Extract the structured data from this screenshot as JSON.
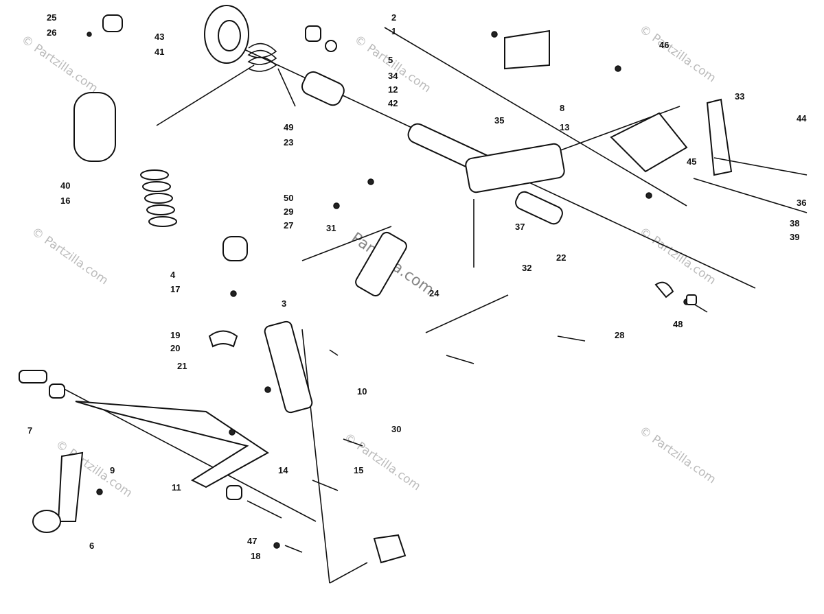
{
  "watermark": {
    "text": "© Partzilla.com",
    "center_text": "Partzilla.com"
  },
  "callouts": [
    "25",
    "26",
    "43",
    "41",
    "2",
    "1",
    "5",
    "34",
    "12",
    "42",
    "35",
    "8",
    "13",
    "49",
    "23",
    "46",
    "33",
    "44",
    "40",
    "16",
    "50",
    "29",
    "31",
    "27",
    "37",
    "38",
    "39",
    "22",
    "32",
    "24",
    "4",
    "17",
    "19",
    "20",
    "21",
    "3",
    "10",
    "30",
    "15",
    "14",
    "11",
    "6",
    "9",
    "7",
    "18",
    "47",
    "48",
    "28",
    "36",
    "45"
  ]
}
